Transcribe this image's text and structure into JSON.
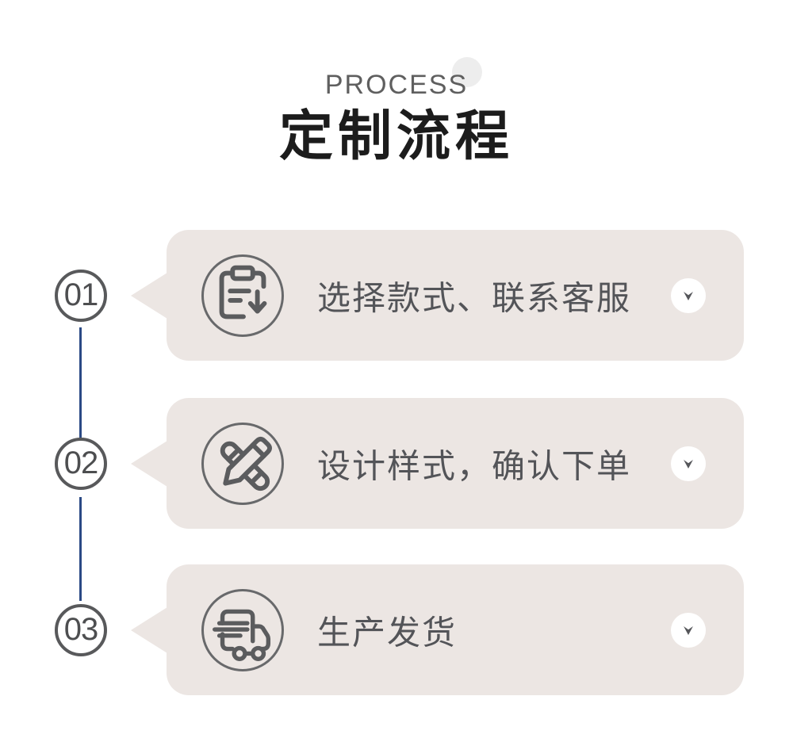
{
  "header": {
    "eyebrow": "PROCESS",
    "title": "定制流程"
  },
  "steps": [
    {
      "number": "01",
      "label": "选择款式、联系客服",
      "icon": "clipboard-order-icon"
    },
    {
      "number": "02",
      "label": "设计样式，确认下单",
      "icon": "design-pencil-icon"
    },
    {
      "number": "03",
      "label": "生产发货",
      "icon": "delivery-truck-icon"
    }
  ],
  "colors": {
    "card_bg": "#ece6e3",
    "accent_line": "#2b4a85",
    "icon_stroke": "#5b5c5e",
    "circle_border": "#58595b",
    "number_color": "#4d4e50",
    "label_color": "#535458",
    "title_color": "#1c1c1c",
    "eyebrow_color": "#5f5f5f",
    "eyebrow_dot": "#ededed",
    "chevron_color": "#55565a",
    "button_bg": "#ffffff"
  }
}
